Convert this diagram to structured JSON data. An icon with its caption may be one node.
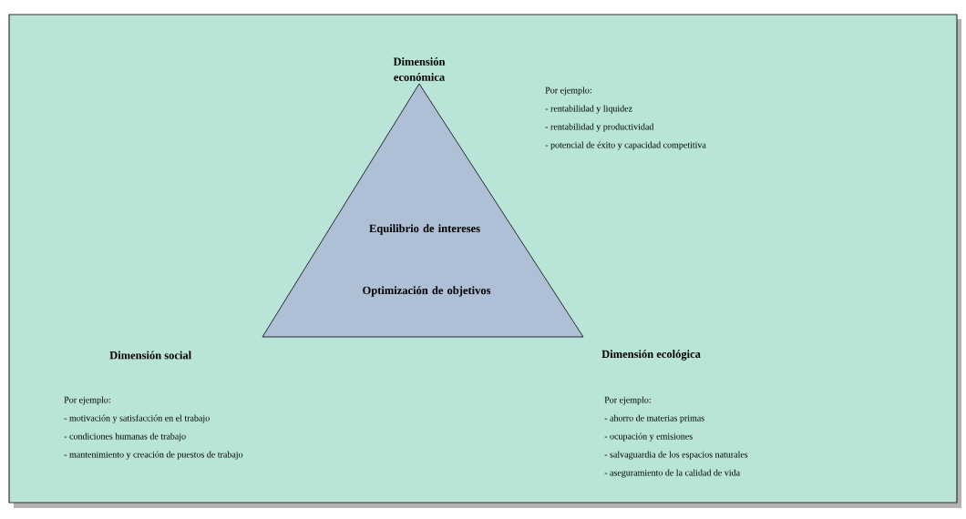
{
  "diagram": {
    "nodes": [
      {
        "text": [
          "Equilibrio de intereses",
          "Optimización de objetivos"
        ]
      }
    ],
    "edges": [],
    "labels": [
      "Dimensión económica",
      "Por ejemplo:",
      "- rentabilidad y liquidez",
      "- rentabilidad y productividad",
      "- potencial de éxito y capacidad competitiva",
      "Dimensión social",
      "Dimensión ecológica",
      "Por ejemplo:",
      "- motivación y satisfacción en el trabajo",
      "- condiciones humanas de trabajo",
      "- mantenimiento y creación de puestos de trabajo",
      "Por ejemplo:",
      "- ahorro de materias primas",
      "- ocupación y emisiones",
      "- salvaguardia de los espacios naturales",
      "- aseguramiento de la calidad de vida"
    ]
  }
}
